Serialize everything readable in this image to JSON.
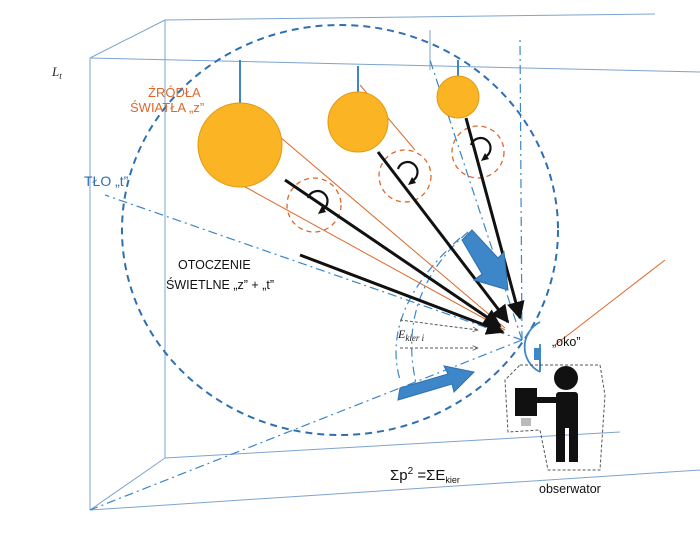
{
  "labels": {
    "lt": "L",
    "lt_sub": "t",
    "sources_line1": "ŹRÓDŁA",
    "sources_line2": "ŚWIATŁA  „z”",
    "background": "TŁO „t”",
    "surround_line1": "OTOCZENIE",
    "surround_line2": "ŚWIETLNE  „z” + „t”",
    "ekier": "E",
    "ekier_sub": "kier i",
    "eye": "„oko”",
    "formula_a": "Σp",
    "formula_sup": "2",
    "formula_b": " =ΣE",
    "formula_sub": "kier",
    "observer": "obserwator"
  },
  "colors": {
    "sun": "#FBB424",
    "sun_stroke": "#e29a10",
    "blue": "#2f6fb0",
    "arrow_blue": "#3d86c8",
    "orange": "#d9692b",
    "box": "#7da4cf",
    "black": "#111111"
  }
}
